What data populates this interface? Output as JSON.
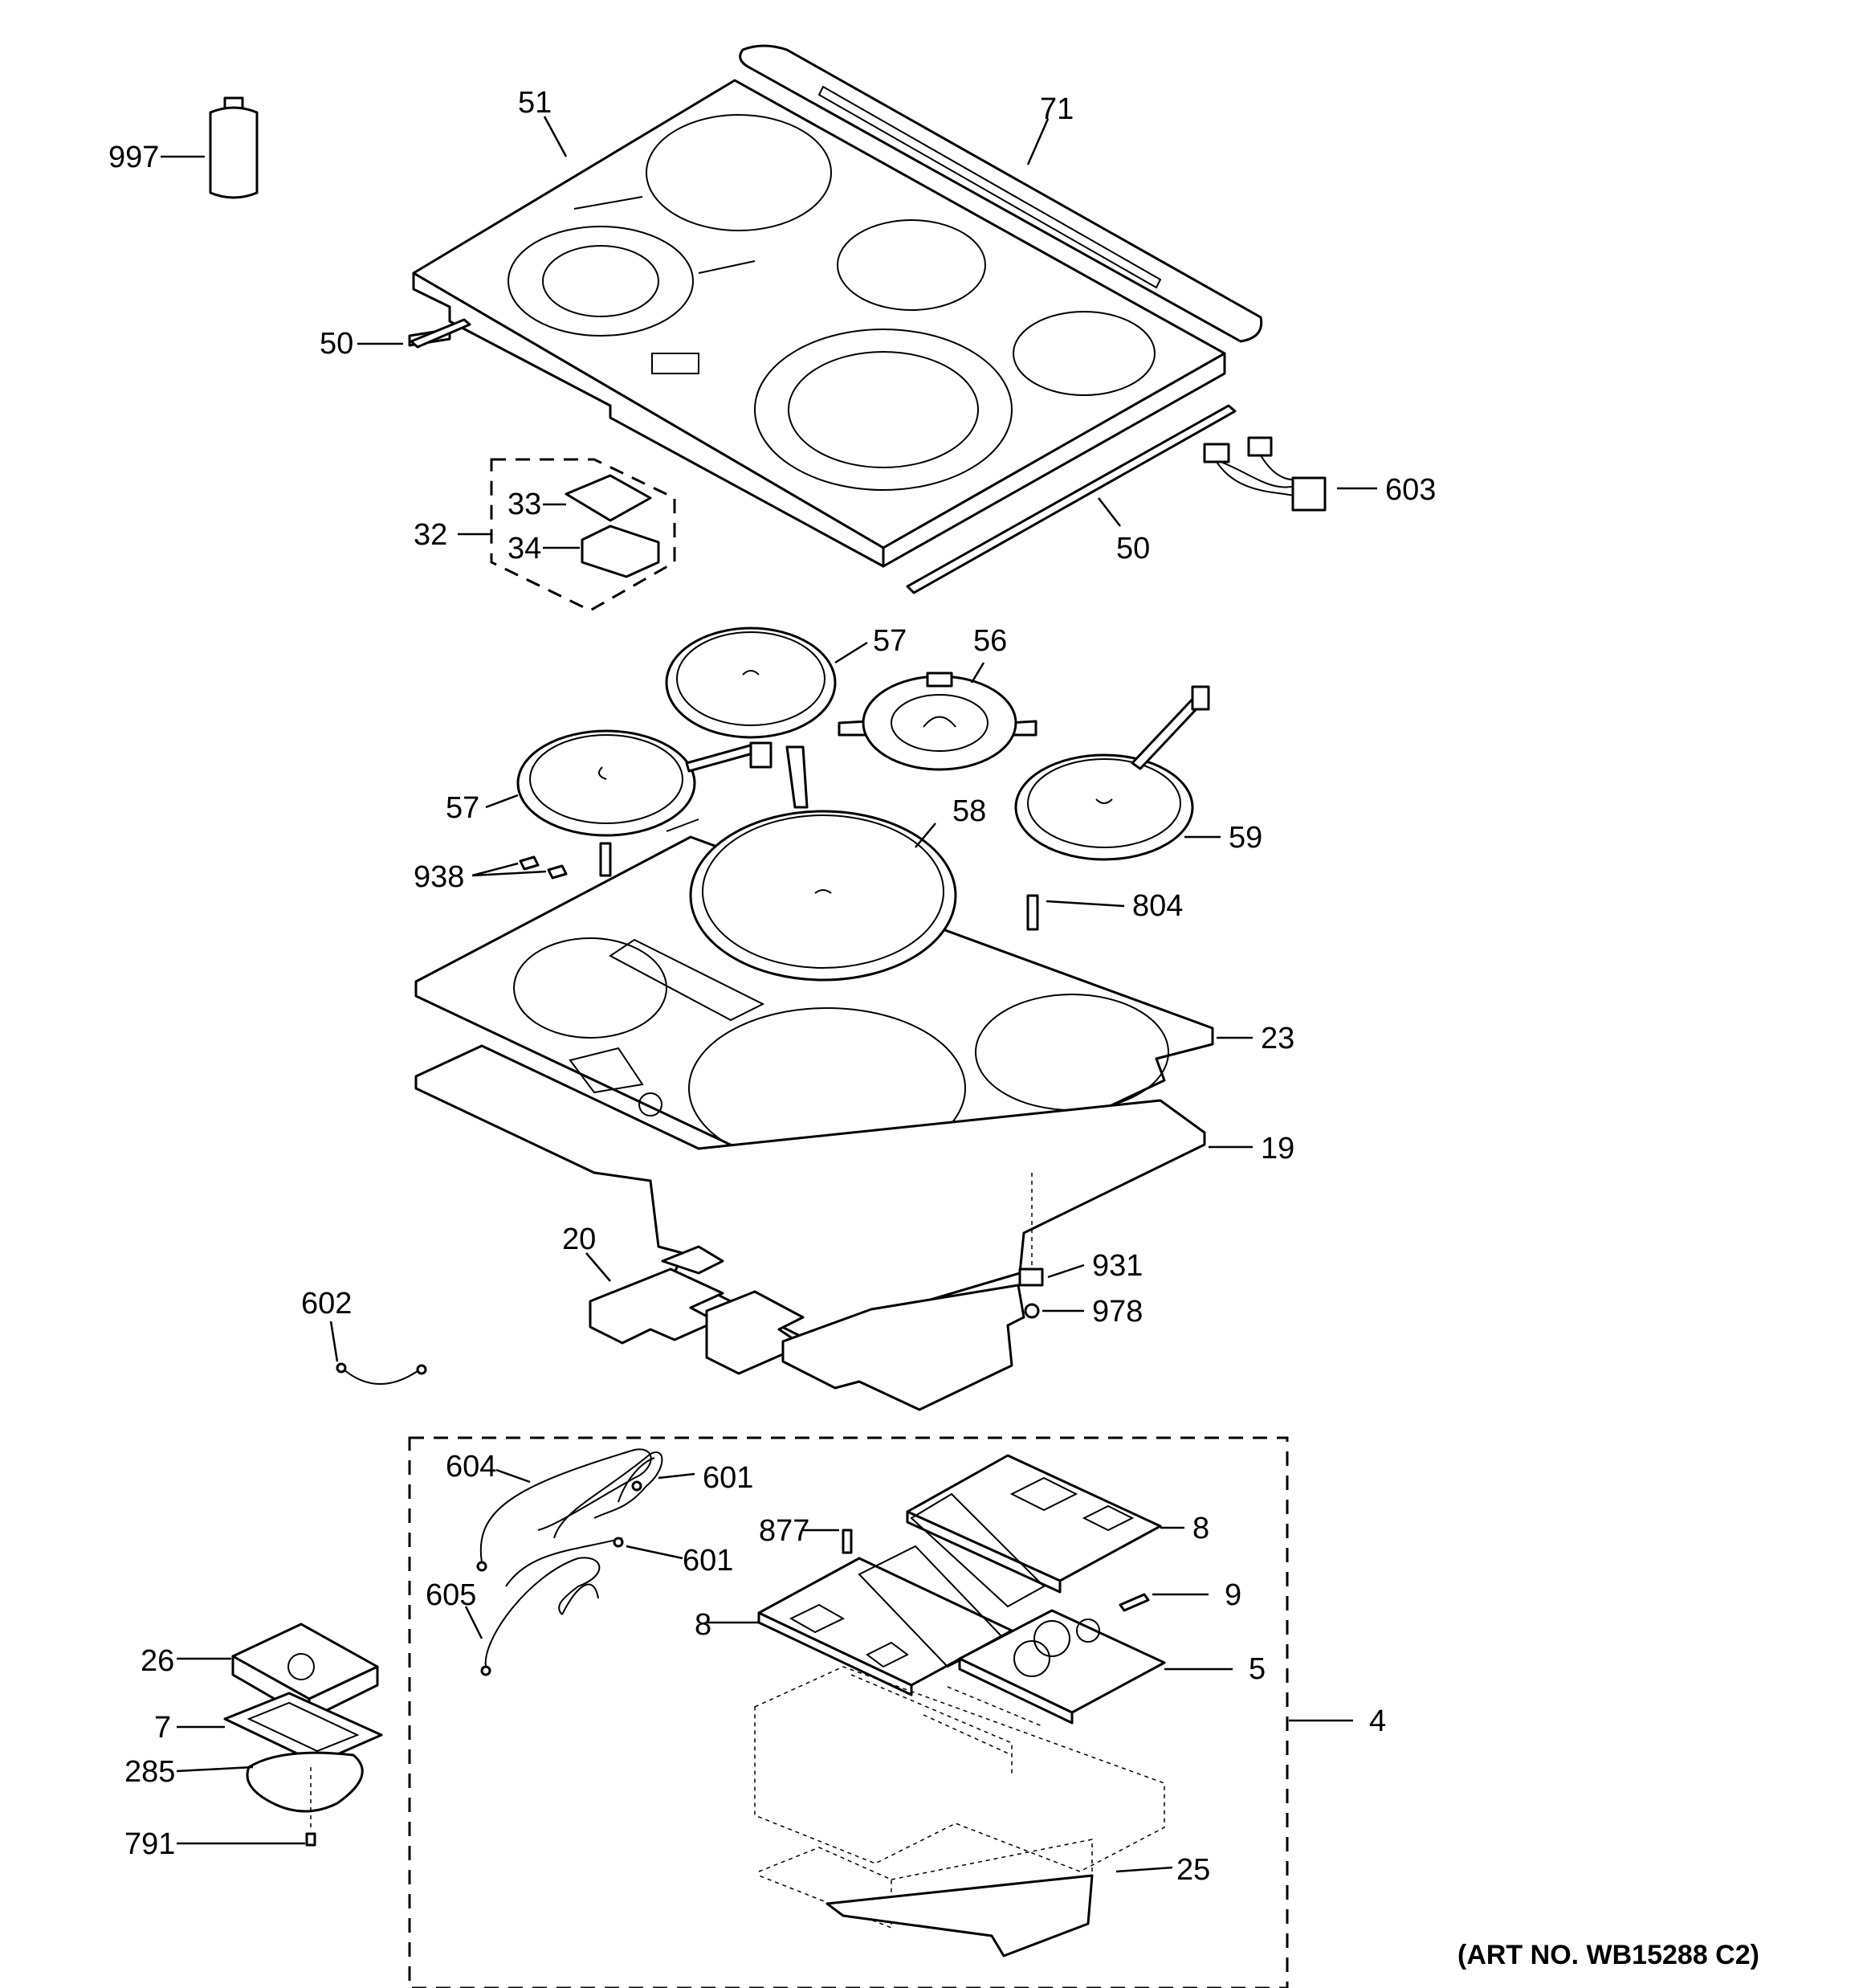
{
  "callouts": {
    "c997": "997",
    "c51": "51",
    "c71": "71",
    "c50a": "50",
    "c50b": "50",
    "c603": "603",
    "c33": "33",
    "c32": "32",
    "c34": "34",
    "c57a": "57",
    "c56": "56",
    "c57b": "57",
    "c58": "58",
    "c59": "59",
    "c938": "938",
    "c804": "804",
    "c23": "23",
    "c19": "19",
    "c20": "20",
    "c931": "931",
    "c978": "978",
    "c602": "602",
    "c604": "604",
    "c601a": "601",
    "c601b": "601",
    "c877": "877",
    "c8a": "8",
    "c8b": "8",
    "c9": "9",
    "c605": "605",
    "c5": "5",
    "c4": "4",
    "c26": "26",
    "c7": "7",
    "c285": "285",
    "c791": "791",
    "c25": "25"
  },
  "art_number": "(ART NO. WB15288 C2)"
}
